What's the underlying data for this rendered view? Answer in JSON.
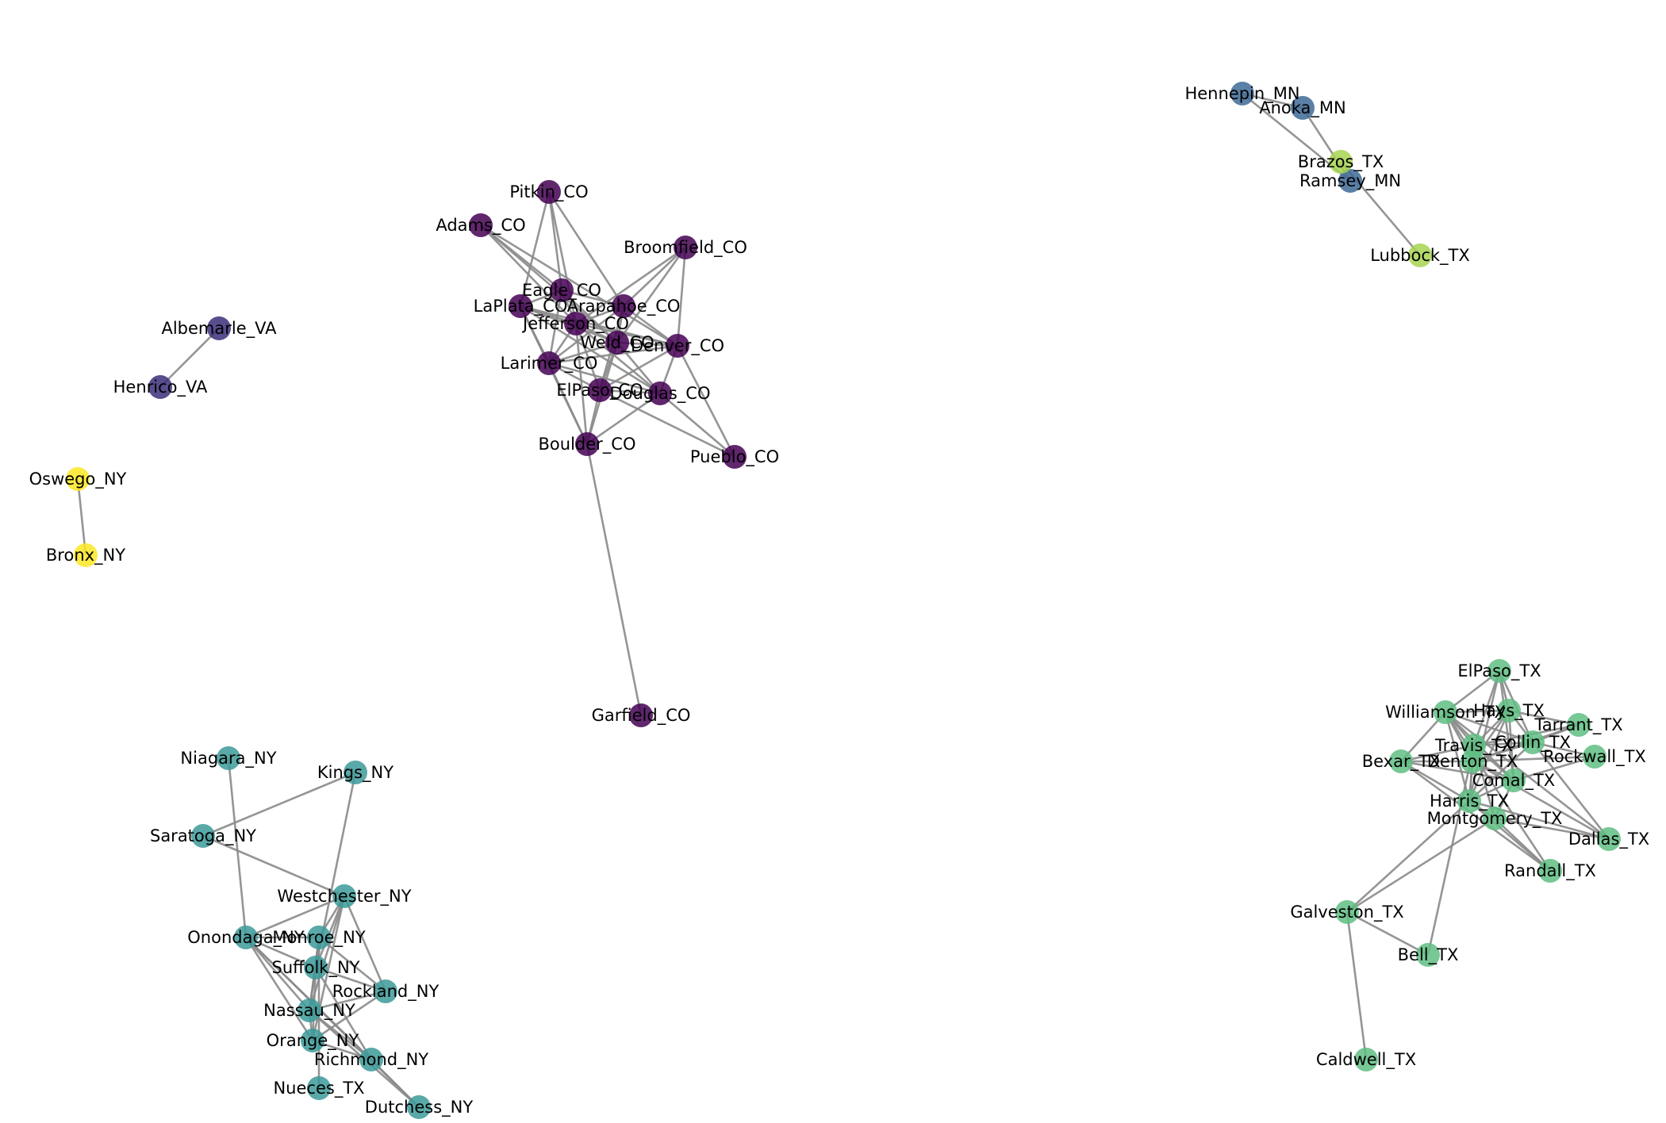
{
  "graph": {
    "group_colors": {
      "colorado": "#440154",
      "virginia": "#3b2f7a",
      "minnesota": "#3e6a96",
      "new_york": "#3c9a99",
      "texas": "#5fbe82",
      "texas_north": "#a6d451",
      "oswego_bronx": "#fde725"
    },
    "nodes": [
      {
        "id": "Pitkin_CO",
        "group": "colorado"
      },
      {
        "id": "Adams_CO",
        "group": "colorado"
      },
      {
        "id": "Broomfield_CO",
        "group": "colorado"
      },
      {
        "id": "Eagle_CO",
        "group": "colorado"
      },
      {
        "id": "LaPlata_CO",
        "group": "colorado"
      },
      {
        "id": "Arapahoe_CO",
        "group": "colorado"
      },
      {
        "id": "Jefferson_CO",
        "group": "colorado"
      },
      {
        "id": "Weld_CO",
        "group": "colorado"
      },
      {
        "id": "Denver_CO",
        "group": "colorado"
      },
      {
        "id": "Larimer_CO",
        "group": "colorado"
      },
      {
        "id": "ElPaso_CO",
        "group": "colorado"
      },
      {
        "id": "Douglas_CO",
        "group": "colorado"
      },
      {
        "id": "Boulder_CO",
        "group": "colorado"
      },
      {
        "id": "Pueblo_CO",
        "group": "colorado"
      },
      {
        "id": "Garfield_CO",
        "group": "colorado"
      },
      {
        "id": "Albemarle_VA",
        "group": "virginia"
      },
      {
        "id": "Henrico_VA",
        "group": "virginia"
      },
      {
        "id": "Oswego_NY",
        "group": "oswego_bronx"
      },
      {
        "id": "Bronx_NY",
        "group": "oswego_bronx"
      },
      {
        "id": "Hennepin_MN",
        "group": "minnesota"
      },
      {
        "id": "Anoka_MN",
        "group": "minnesota"
      },
      {
        "id": "Ramsey_MN",
        "group": "minnesota"
      },
      {
        "id": "Brazos_TX",
        "group": "texas_north"
      },
      {
        "id": "Lubbock_TX",
        "group": "texas_north"
      },
      {
        "id": "Niagara_NY",
        "group": "new_york"
      },
      {
        "id": "Kings_NY",
        "group": "new_york"
      },
      {
        "id": "Saratoga_NY",
        "group": "new_york"
      },
      {
        "id": "Westchester_NY",
        "group": "new_york"
      },
      {
        "id": "Onondaga_NY",
        "group": "new_york"
      },
      {
        "id": "Monroe_NY",
        "group": "new_york"
      },
      {
        "id": "Suffolk_NY",
        "group": "new_york"
      },
      {
        "id": "Rockland_NY",
        "group": "new_york"
      },
      {
        "id": "Nassau_NY",
        "group": "new_york"
      },
      {
        "id": "Orange_NY",
        "group": "new_york"
      },
      {
        "id": "Richmond_NY",
        "group": "new_york"
      },
      {
        "id": "Nueces_TX",
        "group": "new_york"
      },
      {
        "id": "Dutchess_NY",
        "group": "new_york"
      },
      {
        "id": "ElPaso_TX",
        "group": "texas"
      },
      {
        "id": "Williamson_TX",
        "group": "texas"
      },
      {
        "id": "Hays_TX",
        "group": "texas"
      },
      {
        "id": "Tarrant_TX",
        "group": "texas"
      },
      {
        "id": "Travis_TX",
        "group": "texas"
      },
      {
        "id": "Collin_TX",
        "group": "texas"
      },
      {
        "id": "Bexar_TX",
        "group": "texas"
      },
      {
        "id": "Denton_TX",
        "group": "texas"
      },
      {
        "id": "Rockwall_TX",
        "group": "texas"
      },
      {
        "id": "Comal_TX",
        "group": "texas"
      },
      {
        "id": "Harris_TX",
        "group": "texas"
      },
      {
        "id": "Montgomery_TX",
        "group": "texas"
      },
      {
        "id": "Dallas_TX",
        "group": "texas"
      },
      {
        "id": "Randall_TX",
        "group": "texas"
      },
      {
        "id": "Galveston_TX",
        "group": "texas"
      },
      {
        "id": "Bell_TX",
        "group": "texas"
      },
      {
        "id": "Caldwell_TX",
        "group": "texas"
      }
    ],
    "edges": [
      [
        "Pitkin_CO",
        "Eagle_CO"
      ],
      [
        "Pitkin_CO",
        "LaPlata_CO"
      ],
      [
        "Pitkin_CO",
        "Arapahoe_CO"
      ],
      [
        "Pitkin_CO",
        "Jefferson_CO"
      ],
      [
        "Adams_CO",
        "Eagle_CO"
      ],
      [
        "Adams_CO",
        "Weld_CO"
      ],
      [
        "Adams_CO",
        "Denver_CO"
      ],
      [
        "Adams_CO",
        "Jefferson_CO"
      ],
      [
        "Broomfield_CO",
        "Arapahoe_CO"
      ],
      [
        "Broomfield_CO",
        "Weld_CO"
      ],
      [
        "Broomfield_CO",
        "Denver_CO"
      ],
      [
        "Broomfield_CO",
        "Jefferson_CO"
      ],
      [
        "Eagle_CO",
        "LaPlata_CO"
      ],
      [
        "Eagle_CO",
        "Jefferson_CO"
      ],
      [
        "Eagle_CO",
        "Weld_CO"
      ],
      [
        "Eagle_CO",
        "Arapahoe_CO"
      ],
      [
        "Eagle_CO",
        "Larimer_CO"
      ],
      [
        "LaPlata_CO",
        "Jefferson_CO"
      ],
      [
        "LaPlata_CO",
        "Larimer_CO"
      ],
      [
        "LaPlata_CO",
        "Weld_CO"
      ],
      [
        "LaPlata_CO",
        "Denver_CO"
      ],
      [
        "LaPlata_CO",
        "Douglas_CO"
      ],
      [
        "LaPlata_CO",
        "Boulder_CO"
      ],
      [
        "Arapahoe_CO",
        "Jefferson_CO"
      ],
      [
        "Arapahoe_CO",
        "Weld_CO"
      ],
      [
        "Arapahoe_CO",
        "Denver_CO"
      ],
      [
        "Arapahoe_CO",
        "ElPaso_CO"
      ],
      [
        "Arapahoe_CO",
        "Larimer_CO"
      ],
      [
        "Jefferson_CO",
        "Weld_CO"
      ],
      [
        "Jefferson_CO",
        "Larimer_CO"
      ],
      [
        "Jefferson_CO",
        "ElPaso_CO"
      ],
      [
        "Jefferson_CO",
        "Douglas_CO"
      ],
      [
        "Jefferson_CO",
        "Boulder_CO"
      ],
      [
        "Jefferson_CO",
        "Denver_CO"
      ],
      [
        "Weld_CO",
        "Denver_CO"
      ],
      [
        "Weld_CO",
        "Larimer_CO"
      ],
      [
        "Weld_CO",
        "ElPaso_CO"
      ],
      [
        "Weld_CO",
        "Douglas_CO"
      ],
      [
        "Weld_CO",
        "Boulder_CO"
      ],
      [
        "Denver_CO",
        "Douglas_CO"
      ],
      [
        "Denver_CO",
        "ElPaso_CO"
      ],
      [
        "Denver_CO",
        "Pueblo_CO"
      ],
      [
        "Denver_CO",
        "Larimer_CO"
      ],
      [
        "Larimer_CO",
        "ElPaso_CO"
      ],
      [
        "Larimer_CO",
        "Boulder_CO"
      ],
      [
        "Larimer_CO",
        "Douglas_CO"
      ],
      [
        "ElPaso_CO",
        "Douglas_CO"
      ],
      [
        "ElPaso_CO",
        "Boulder_CO"
      ],
      [
        "ElPaso_CO",
        "Pueblo_CO"
      ],
      [
        "Douglas_CO",
        "Boulder_CO"
      ],
      [
        "Douglas_CO",
        "Pueblo_CO"
      ],
      [
        "Boulder_CO",
        "Garfield_CO"
      ],
      [
        "Albemarle_VA",
        "Henrico_VA"
      ],
      [
        "Oswego_NY",
        "Bronx_NY"
      ],
      [
        "Hennepin_MN",
        "Anoka_MN"
      ],
      [
        "Hennepin_MN",
        "Ramsey_MN"
      ],
      [
        "Anoka_MN",
        "Ramsey_MN"
      ],
      [
        "Brazos_TX",
        "Lubbock_TX"
      ],
      [
        "Niagara_NY",
        "Onondaga_NY"
      ],
      [
        "Kings_NY",
        "Saratoga_NY"
      ],
      [
        "Kings_NY",
        "Suffolk_NY"
      ],
      [
        "Saratoga_NY",
        "Westchester_NY"
      ],
      [
        "Westchester_NY",
        "Onondaga_NY"
      ],
      [
        "Westchester_NY",
        "Monroe_NY"
      ],
      [
        "Westchester_NY",
        "Suffolk_NY"
      ],
      [
        "Westchester_NY",
        "Rockland_NY"
      ],
      [
        "Westchester_NY",
        "Nassau_NY"
      ],
      [
        "Westchester_NY",
        "Orange_NY"
      ],
      [
        "Onondaga_NY",
        "Monroe_NY"
      ],
      [
        "Onondaga_NY",
        "Suffolk_NY"
      ],
      [
        "Onondaga_NY",
        "Nassau_NY"
      ],
      [
        "Onondaga_NY",
        "Orange_NY"
      ],
      [
        "Onondaga_NY",
        "Richmond_NY"
      ],
      [
        "Onondaga_NY",
        "Dutchess_NY"
      ],
      [
        "Monroe_NY",
        "Suffolk_NY"
      ],
      [
        "Monroe_NY",
        "Rockland_NY"
      ],
      [
        "Monroe_NY",
        "Nassau_NY"
      ],
      [
        "Monroe_NY",
        "Nueces_TX"
      ],
      [
        "Suffolk_NY",
        "Nassau_NY"
      ],
      [
        "Suffolk_NY",
        "Rockland_NY"
      ],
      [
        "Suffolk_NY",
        "Orange_NY"
      ],
      [
        "Suffolk_NY",
        "Richmond_NY"
      ],
      [
        "Rockland_NY",
        "Nassau_NY"
      ],
      [
        "Rockland_NY",
        "Orange_NY"
      ],
      [
        "Nassau_NY",
        "Orange_NY"
      ],
      [
        "Nassau_NY",
        "Richmond_NY"
      ],
      [
        "Nassau_NY",
        "Dutchess_NY"
      ],
      [
        "Orange_NY",
        "Richmond_NY"
      ],
      [
        "Richmond_NY",
        "Dutchess_NY"
      ],
      [
        "ElPaso_TX",
        "Williamson_TX"
      ],
      [
        "ElPaso_TX",
        "Hays_TX"
      ],
      [
        "ElPaso_TX",
        "Travis_TX"
      ],
      [
        "ElPaso_TX",
        "Collin_TX"
      ],
      [
        "ElPaso_TX",
        "Harris_TX"
      ],
      [
        "ElPaso_TX",
        "Comal_TX"
      ],
      [
        "Williamson_TX",
        "Hays_TX"
      ],
      [
        "Williamson_TX",
        "Travis_TX"
      ],
      [
        "Williamson_TX",
        "Bexar_TX"
      ],
      [
        "Williamson_TX",
        "Denton_TX"
      ],
      [
        "Williamson_TX",
        "Harris_TX"
      ],
      [
        "Williamson_TX",
        "Comal_TX"
      ],
      [
        "Williamson_TX",
        "Dallas_TX"
      ],
      [
        "Williamson_TX",
        "Randall_TX"
      ],
      [
        "Williamson_TX",
        "Collin_TX"
      ],
      [
        "Hays_TX",
        "Tarrant_TX"
      ],
      [
        "Hays_TX",
        "Travis_TX"
      ],
      [
        "Hays_TX",
        "Collin_TX"
      ],
      [
        "Hays_TX",
        "Denton_TX"
      ],
      [
        "Hays_TX",
        "Harris_TX"
      ],
      [
        "Hays_TX",
        "Comal_TX"
      ],
      [
        "Tarrant_TX",
        "Collin_TX"
      ],
      [
        "Tarrant_TX",
        "Travis_TX"
      ],
      [
        "Tarrant_TX",
        "Denton_TX"
      ],
      [
        "Travis_TX",
        "Collin_TX"
      ],
      [
        "Travis_TX",
        "Bexar_TX"
      ],
      [
        "Travis_TX",
        "Denton_TX"
      ],
      [
        "Travis_TX",
        "Harris_TX"
      ],
      [
        "Travis_TX",
        "Comal_TX"
      ],
      [
        "Travis_TX",
        "Montgomery_TX"
      ],
      [
        "Travis_TX",
        "Bell_TX"
      ],
      [
        "Collin_TX",
        "Denton_TX"
      ],
      [
        "Collin_TX",
        "Rockwall_TX"
      ],
      [
        "Collin_TX",
        "Dallas_TX"
      ],
      [
        "Collin_TX",
        "Harris_TX"
      ],
      [
        "Bexar_TX",
        "Denton_TX"
      ],
      [
        "Bexar_TX",
        "Harris_TX"
      ],
      [
        "Bexar_TX",
        "Comal_TX"
      ],
      [
        "Bexar_TX",
        "Randall_TX"
      ],
      [
        "Denton_TX",
        "Comal_TX"
      ],
      [
        "Denton_TX",
        "Harris_TX"
      ],
      [
        "Denton_TX",
        "Rockwall_TX"
      ],
      [
        "Denton_TX",
        "Dallas_TX"
      ],
      [
        "Comal_TX",
        "Harris_TX"
      ],
      [
        "Comal_TX",
        "Montgomery_TX"
      ],
      [
        "Comal_TX",
        "Rockwall_TX"
      ],
      [
        "Harris_TX",
        "Montgomery_TX"
      ],
      [
        "Harris_TX",
        "Galveston_TX"
      ],
      [
        "Harris_TX",
        "Randall_TX"
      ],
      [
        "Harris_TX",
        "Dallas_TX"
      ],
      [
        "Montgomery_TX",
        "Galveston_TX"
      ],
      [
        "Montgomery_TX",
        "Dallas_TX"
      ],
      [
        "Montgomery_TX",
        "Randall_TX"
      ],
      [
        "Galveston_TX",
        "Bell_TX"
      ],
      [
        "Galveston_TX",
        "Caldwell_TX"
      ]
    ]
  }
}
